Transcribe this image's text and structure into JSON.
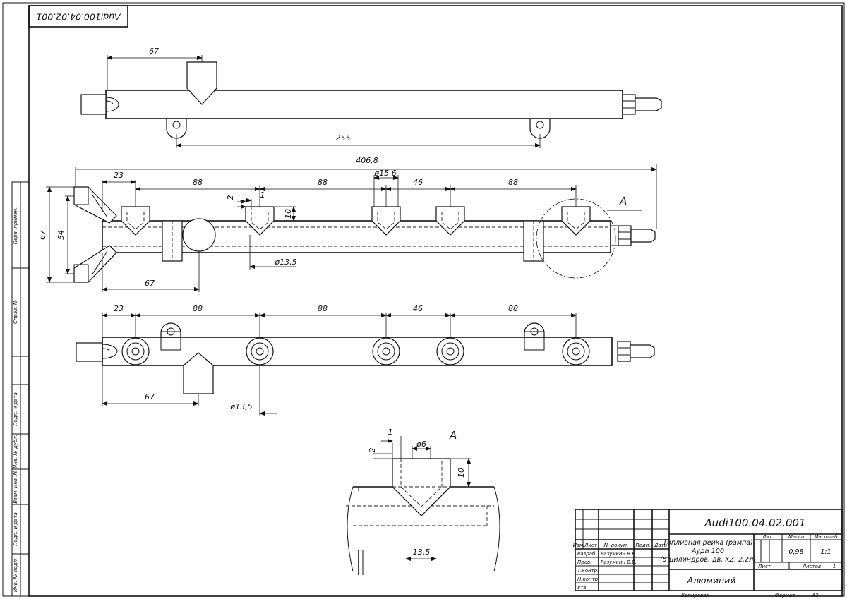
{
  "document": {
    "code": "Audi100.04.02.001",
    "code_rotated": "Audi100.04.02.001"
  },
  "view_top": {
    "dims": {
      "d67": "67",
      "d255": "255"
    }
  },
  "view_front": {
    "dims": {
      "d23": "23",
      "d88a": "88",
      "d88b": "88",
      "d46": "46",
      "d88c": "88",
      "d406": "406,8",
      "d156": "ø15,6",
      "d2": "2",
      "d1": "1",
      "d10": "10",
      "d135": "ø13,5",
      "d67v": "67",
      "d54v": "54",
      "d67h": "67"
    },
    "detail_letter": "A"
  },
  "view_bottom": {
    "dims": {
      "d23": "23",
      "d88a": "88",
      "d88b": "88",
      "d46": "46",
      "d88c": "88",
      "d67": "67",
      "d135": "ø13,5"
    }
  },
  "detail_a": {
    "title": "A",
    "dims": {
      "d1": "1",
      "d2": "2",
      "d6": "ø6",
      "d10": "10",
      "d135": "13,5"
    }
  },
  "side_strip": {
    "labels": [
      "Перв. примен.",
      "Справ. №",
      "Подп. и дата",
      "Инв. № дубл.",
      "Взам. инв. №",
      "Подп. и дата",
      "Инв. № подл."
    ]
  },
  "title_block": {
    "code": "Audi100.04.02.001",
    "name_line1": "Топливная рейка (рампа)",
    "name_line2": "Ауди 100",
    "name_line3": "(5 цилиндров, дв. KZ, 2.2л)",
    "material": "Алюминий",
    "col_headers": {
      "lit": "Лит.",
      "mass": "Масса",
      "scale": "Масштаб"
    },
    "mass": "0,98",
    "scale": "1:1",
    "sheet_label": "Лист",
    "sheets_label": "Листов",
    "sheets_count": "1",
    "rev_headers": [
      "Изм.",
      "Лист",
      "№ докум.",
      "Подп.",
      "Дата"
    ],
    "roles": [
      "Разраб.",
      "Пров.",
      "Т.контр.",
      "Н.контр.",
      "Утв."
    ],
    "names": [
      "Разумкин В.Е.",
      "Разумкин В.Е."
    ],
    "footer_copied": "Копировал",
    "footer_format": "Формат",
    "footer_format_value": "А2"
  }
}
